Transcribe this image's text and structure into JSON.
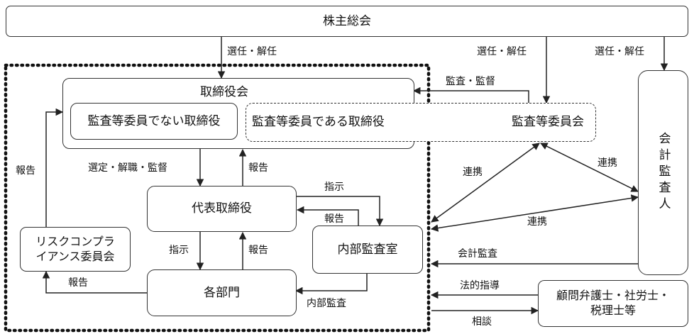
{
  "nodes": {
    "shareholders": "株主総会",
    "board": "取締役会",
    "non_audit_directors": "監査等委員でない取締役",
    "audit_directors": "監査等委員である取締役",
    "audit_committee": "監査等委員会",
    "representative_director": "代表取締役",
    "internal_audit": "内部監査室",
    "departments": "各部門",
    "risk_committee_line1": "リスクコンプラ",
    "risk_committee_line2": "イアンス委員会",
    "accounting_auditor": "会計監査人",
    "advisors_line1": "顧問弁護士・社労士・",
    "advisors_line2": "税理士等"
  },
  "edges": {
    "elect_board": "選任・解任",
    "elect_audit_committee": "選任・解任",
    "elect_auditor": "選任・解任",
    "audit_supervise": "監査・監督",
    "board_to_rep": "選定・解職・監督",
    "rep_to_board": "報告",
    "rep_to_internal": "指示",
    "internal_to_rep": "報告",
    "rep_to_dept": "指示",
    "dept_to_rep": "報告",
    "dept_to_risk": "報告",
    "risk_to_board": "報告",
    "internal_to_dept": "内部監査",
    "cooperation_1": "連携",
    "cooperation_2": "連携",
    "cooperation_3": "連携",
    "accounting_audit": "会計監査",
    "legal_guidance": "法的指導",
    "consultation": "相談"
  }
}
